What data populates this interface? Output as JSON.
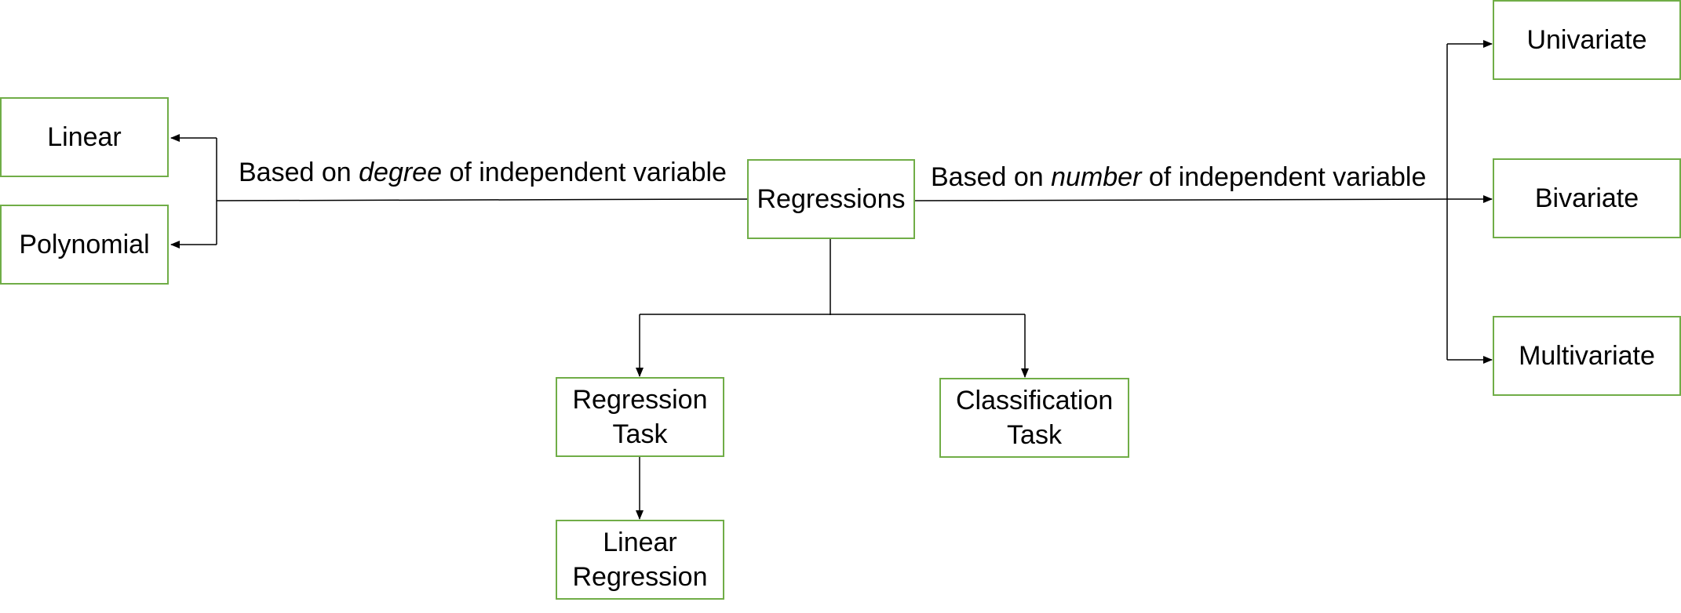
{
  "nodes": {
    "linear": "Linear",
    "polynomial": "Polynomial",
    "regressions": "Regressions",
    "regression_task": "Regression Task",
    "classification_task": "Classification Task",
    "linear_regression": "Linear Regression",
    "univariate": "Univariate",
    "bivariate": "Bivariate",
    "multivariate": "Multivariate"
  },
  "captions": {
    "degree": {
      "before": "Based on",
      "emphasis": "degree",
      "after": "of independent variable"
    },
    "number": {
      "before": "Based on",
      "emphasis": "number",
      "after": "of independent variable"
    }
  },
  "colors": {
    "box_border": "#70ad47",
    "line": "#000000"
  }
}
